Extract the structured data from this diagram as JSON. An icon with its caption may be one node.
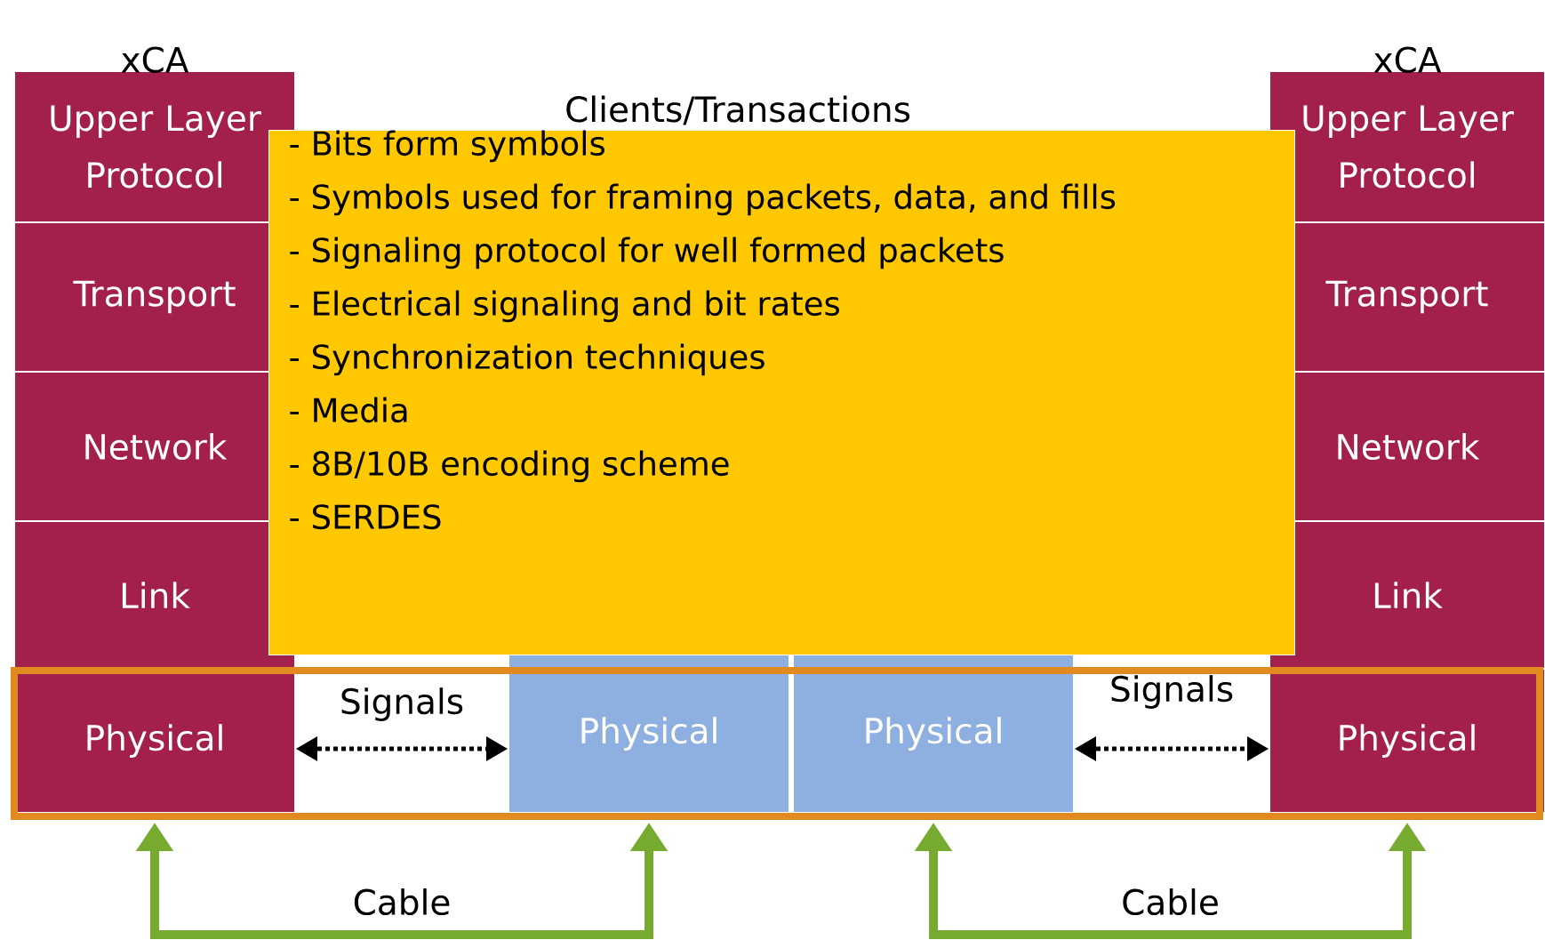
{
  "diagram": {
    "nodes": [
      {
        "text": [],
        "shape": "box"
      },
      {
        "text": [
          "Upper Layer Protocol"
        ],
        "beside": [
          "xCA"
        ]
      },
      {
        "text": [
          "Transport"
        ]
      },
      {
        "text": [
          "Network"
        ]
      },
      {
        "text": [
          "Link"
        ]
      },
      {
        "text": [
          "Physical"
        ],
        "in": 0
      },
      {
        "text": [
          "Physical"
        ],
        "in": 0
      },
      {
        "text": [
          "Physical"
        ],
        "in": 0
      },
      {
        "text": [
          "Upper Layer Protocol"
        ],
        "beside": [
          "xCA"
        ]
      },
      {
        "text": [
          "Transport"
        ]
      },
      {
        "text": [
          "Network"
        ]
      },
      {
        "text": [
          "Link"
        ]
      },
      {
        "text": [
          "Physical"
        ],
        "in": 0
      },
      {
        "beside": [
          "Clients/Transactions"
        ],
        "text": [
          "- Bits form symbols",
          "- Symbols used for framing packets, data, and fills",
          "- Signaling protocol for well formed packets",
          "- Electrical signaling and bit rates",
          "- Synchronization techniques",
          "- Media",
          "- 8B/10B encoding scheme",
          "- SERDES"
        ]
      }
    ],
    "edges": [
      {
        "from": 5,
        "to": 6,
        "arrow": "both",
        "label": "Signals",
        "style": "dashed"
      },
      {
        "from": 7,
        "to": 12,
        "arrow": "both",
        "label": "Signals",
        "style": "dashed"
      },
      {
        "from": 5,
        "to": 6,
        "arrow": "both",
        "label": "Cable",
        "style": "thick",
        "color": "#77ab2f"
      },
      {
        "from": 7,
        "to": 12,
        "arrow": "both",
        "label": "Cable",
        "style": "thick",
        "color": "#77ab2f"
      }
    ]
  }
}
